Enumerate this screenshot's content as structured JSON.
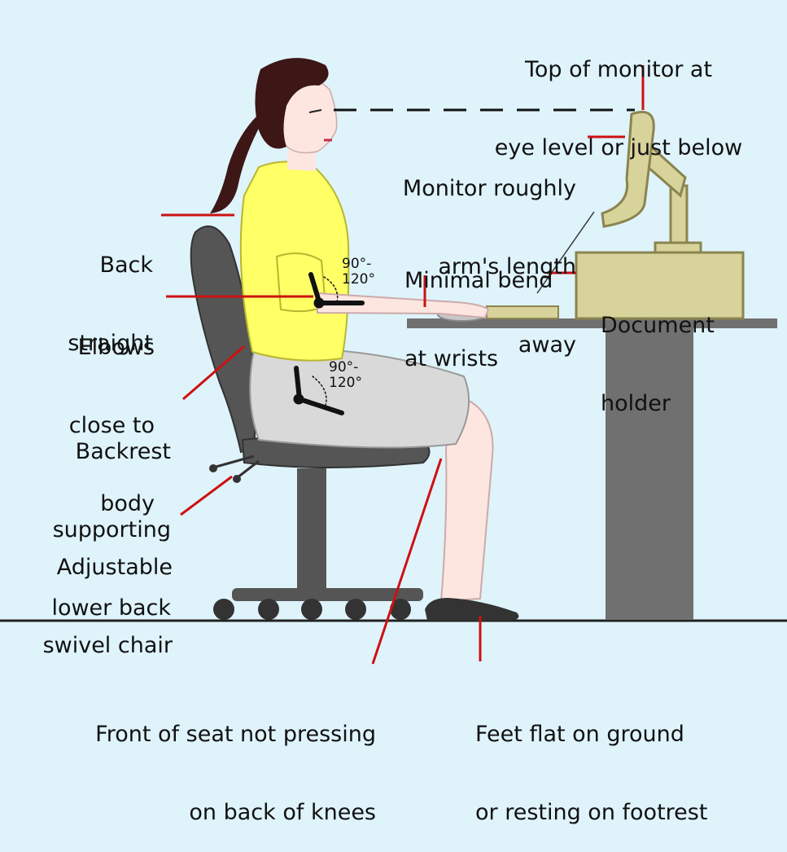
{
  "labels": {
    "top_monitor": [
      "Top of monitor at",
      "eye level or just below"
    ],
    "monitor_distance": [
      "Monitor roughly",
      "arm's length",
      "away"
    ],
    "wrists": [
      "Minimal bend",
      "at wrists"
    ],
    "document_holder": [
      "Document",
      "holder"
    ],
    "back": [
      "Back",
      "straight"
    ],
    "elbows": [
      "Elbows",
      "close to",
      "body"
    ],
    "backrest": [
      "Backrest",
      "supporting",
      "lower back"
    ],
    "chair": [
      "Adjustable",
      "swivel chair"
    ],
    "seat_front": [
      "Front of seat not pressing",
      "on back of knees"
    ],
    "feet": [
      "Feet flat on ground",
      "or resting on footrest"
    ],
    "elbow_angle": [
      "90°-",
      "120°"
    ],
    "knee_angle": [
      "90°-",
      "120°"
    ]
  },
  "colors": {
    "background": "#dff3fb",
    "leader_line": "#cc1111",
    "shirt": "#ffff66",
    "skirt": "#d9d9d9",
    "skin": "#fde6df",
    "hair": "#3d1616",
    "chair": "#555555",
    "desk": "#707070",
    "monitor": "#d8d39a"
  }
}
